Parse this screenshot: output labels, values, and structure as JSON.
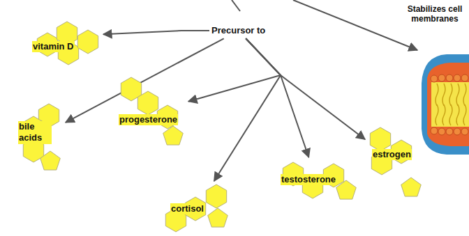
{
  "diagram": {
    "nodes": [
      {
        "text": [
          "Precursor to"
        ]
      },
      {
        "text": [
          "vitamin D"
        ]
      },
      {
        "text": [
          "bile acids"
        ]
      },
      {
        "text": [
          "progesterone"
        ]
      },
      {
        "text": [
          "cortisol"
        ]
      },
      {
        "text": [
          "testosterone"
        ]
      },
      {
        "text": [
          "estrogen"
        ]
      }
    ],
    "edges": [
      {
        "from": 0,
        "to": 1,
        "arrow": "to"
      },
      {
        "from": 0,
        "to": 2,
        "arrow": "to"
      },
      {
        "from": 0,
        "to": 3,
        "arrow": "to"
      },
      {
        "from": 0,
        "to": 4,
        "arrow": "to"
      },
      {
        "from": 0,
        "to": 5,
        "arrow": "to"
      },
      {
        "from": 0,
        "to": 6,
        "arrow": "to"
      }
    ],
    "labels": [
      "Stabilizes cell membranes"
    ]
  }
}
